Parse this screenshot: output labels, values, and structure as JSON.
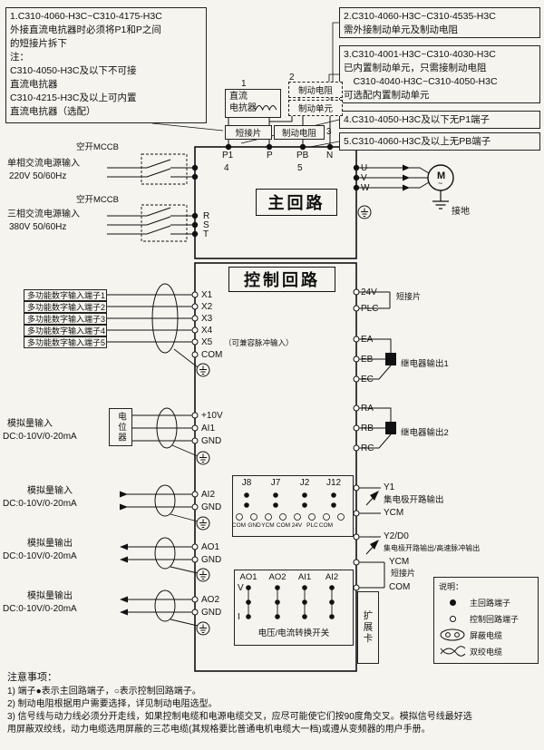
{
  "colors": {
    "background": "#f5f4ef",
    "line": "#111111"
  },
  "notes": {
    "box1": "1.C310-4060-H3C~C310-4175-H3C\n外接直流电抗器时必须将P1和P之间\n的短接片拆下\n注：\nC310-4050-H3C及以下不可接\n直流电抗器\nC310-4215-H3C及以上可内置\n直流电抗器（选配）",
    "box2": "2.C310-4060-H3C~C310-4535-H3C\n需外接制动单元及制动电阻",
    "box3": "3.C310-4001-H3C~C310-4030-H3C\n已内置制动单元，只需接制动电阻\n　C310-4040-H3C~C310-4050-H3C\n可选配内置制动单元",
    "box4": "4.C310-4050-H3C及以下无P1端子",
    "box5": "5.C310-4060-H3C及以上无PB端子"
  },
  "top": {
    "ref1": "1",
    "ref2": "2",
    "ref3": "3",
    "ref4": "4",
    "ref5": "5",
    "dc_reactor": "直流\n电抗器",
    "brake_resistor_dashed": "制动电阻",
    "brake_unit": "制动单元",
    "jumper": "短接片",
    "brake_resistor": "制动电阻",
    "p1": "P1",
    "p": "P",
    "pb": "PB",
    "n": "N"
  },
  "power": {
    "mccb_top": "空开MCCB",
    "single_phase_l1": "单相交流电源输入",
    "single_phase_l2": "220V 50/60Hz",
    "mccb_bottom": "空开MCCB",
    "three_phase_l1": "三相交流电源输入",
    "three_phase_l2": "380V 50/60Hz",
    "r": "R",
    "s": "S",
    "t": "T"
  },
  "main": {
    "title": "主回路",
    "u": "U",
    "v": "V",
    "w": "W",
    "motor": "M",
    "motor_wave": "~",
    "ground": "接地"
  },
  "ctrl": {
    "title": "控制回路",
    "din": [
      "多功能数字输入端子1",
      "多功能数字输入端子2",
      "多功能数字输入端子3",
      "多功能数字输入端子4",
      "多功能数字输入端子5"
    ],
    "x1": "X1",
    "x2": "X2",
    "x3": "X3",
    "x4": "X4",
    "x5": "X5",
    "x5_note": "（可兼容脉冲输入）",
    "com": "COM",
    "pot": "电位器",
    "p10": "+10V",
    "ai1": "AI1",
    "gnd1": "GND",
    "ain1_l1": "模拟量输入",
    "ain1_l2": "DC:0-10V/0-20mA",
    "ai2": "AI2",
    "gnd2": "GND",
    "ain2_l1": "模拟量输入",
    "ain2_l2": "DC:0-10V/0-20mA",
    "ao1": "AO1",
    "gnd3": "GND",
    "aout1_l1": "模拟量输出",
    "aout1_l2": "DC:0-10V/0-20mA",
    "ao2": "AO2",
    "gnd4": "GND",
    "aout2_l1": "模拟量输出",
    "aout2_l2": "DC:0-10V/0-20mA",
    "v24": "24V",
    "plc": "PLC",
    "jumper_label": "短接片",
    "ea": "EA",
    "eb": "EB",
    "ec": "EC",
    "relay1": "继电器输出1",
    "ra": "RA",
    "rb": "RB",
    "rc": "RC",
    "relay2": "继电器输出2",
    "y1": "Y1",
    "oc1": "集电极开路输出",
    "ycm1": "YCM",
    "y2": "Y2/D0",
    "oc2": "集电极开路输出/高速脉冲输出",
    "ycm2": "YCM",
    "jumper2_label": "短接片",
    "com2": "COM",
    "jumper_block": {
      "h": [
        "J8",
        "J7",
        "J2",
        "J12"
      ],
      "la": [
        "COM",
        "YCM",
        "24V",
        "COM"
      ],
      "lb": [
        "GND",
        "COM",
        "PLC",
        ""
      ]
    },
    "vi": {
      "h": [
        "AO1",
        "AO2",
        "AI1",
        "AI2"
      ],
      "v": "V",
      "i": "I",
      "caption": "电压/电流转换开关"
    },
    "expansion": "扩展卡"
  },
  "legend": {
    "title": "说明：",
    "main": "主回路端子",
    "ctrl": "控制回路端子",
    "shield": "屏蔽电缆",
    "twisted": "双绞电缆"
  },
  "footer": {
    "title": "注意事项：",
    "l1": "1) 端子●表示主回路端子，○表示控制回路端子。",
    "l2": "2) 制动电阻根据用户需要选择，详见制动电阻选型。",
    "l3": "3) 信号线与动力线必须分开走线，如果控制电缆和电源电缆交叉，应尽可能使它们按90度角交叉。模拟信号线最好选",
    "l4": "用屏蔽双绞线，动力电缆选用屏蔽的三芯电缆(其规格要比普通电机电缆大一档)或遵从变频器的用户手册。"
  }
}
